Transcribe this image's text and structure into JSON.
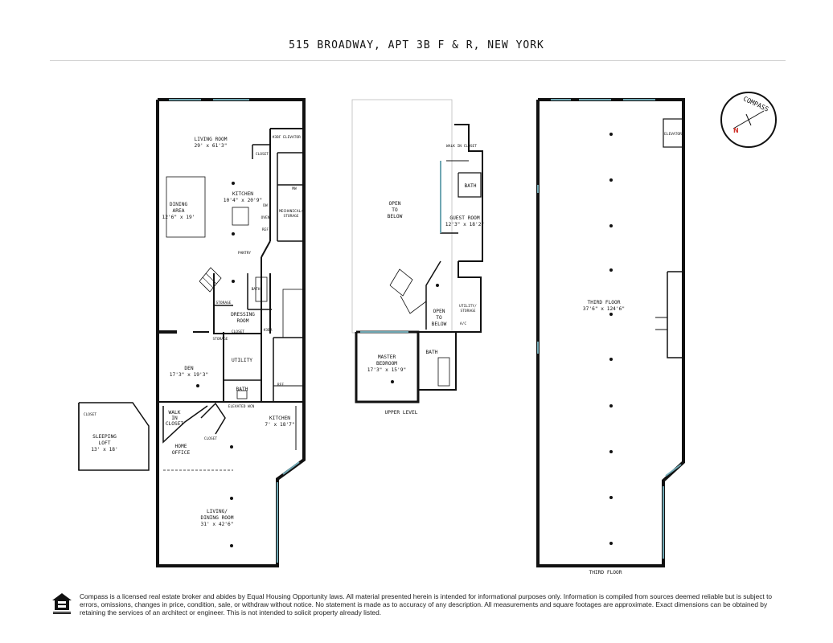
{
  "header": {
    "title": "515 BROADWAY, APT 3B F & R, NEW YORK"
  },
  "rooms": {
    "living_room": {
      "name": "LIVING ROOM",
      "dims": "29' x 61'3\""
    },
    "kitchen_main": {
      "name": "KITCHEN",
      "dims": "10'4\" x 20'9\""
    },
    "dining_area": {
      "name_line1": "DINING",
      "name_line2": "AREA",
      "dims": "12'6\" x 19'"
    },
    "dressing_room": {
      "name_line1": "DRESSING",
      "name_line2": "ROOM"
    },
    "den": {
      "name": "DEN",
      "dims": "17'3\" x 19'3\""
    },
    "utility": {
      "name": "UTILITY"
    },
    "bath": {
      "name": "BATH"
    },
    "walk_in_closet": {
      "line1": "WALK",
      "line2": "IN",
      "line3": "CLOSET"
    },
    "home_office": {
      "line1": "HOME",
      "line2": "OFFICE"
    },
    "kitchen_lower": {
      "name": "KITCHEN",
      "dims": "7' x 18'7\""
    },
    "living_dining": {
      "name_line1": "LIVING/",
      "name_line2": "DINING ROOM",
      "dims": "31' x 42'6\""
    },
    "sleeping_loft": {
      "name_line1": "SLEEPING",
      "name_line2": "LOFT",
      "dims": "13' x 18'"
    },
    "open_to_below": {
      "line1": "OPEN",
      "line2": "TO",
      "line3": "BELOW"
    },
    "guest_room": {
      "name": "GUEST ROOM",
      "dims": "12'3\" x 18'2\""
    },
    "master_bedroom": {
      "name_line1": "MASTER",
      "name_line2": "BEDROOM",
      "dims": "17'3\" x 15'9\""
    },
    "utility_storage": {
      "line1": "UTILITY/",
      "line2": "STORAGE"
    },
    "third_floor": {
      "name": "THIRD FLOOR",
      "dims": "37'6\" x 124'6\""
    }
  },
  "small_labels": {
    "elevator": "ELEVATOR",
    "closet": "CLOSET",
    "storage": "STORAGE",
    "bath": "BATH",
    "pantry": "PANTRY",
    "mech_line1": "MECHANICAL/",
    "mech_line2": "STORAGE",
    "unit_3bf": "#3BF",
    "unit_3br": "#3BR",
    "elevated_wcn": "ELEVATED WCN",
    "dw": "DW",
    "oven": "OVEN",
    "ref": "REF",
    "mw": "MW",
    "d": "D",
    "w": "W",
    "ac": "A/C",
    "walk_in_closet_short": "WALK IN CLOSET"
  },
  "captions": {
    "upper_level": "UPPER LEVEL",
    "third_floor": "THIRD FLOOR"
  },
  "compass": {
    "label": "COMPASS",
    "north": "N"
  },
  "footer": {
    "text": "Compass is a licensed real estate broker and abides by Equal Housing Opportunity laws. All material presented herein is intended for informational purposes only. Information is compiled from sources deemed reliable but is subject to errors, omissions, changes in price, condition, sale, or withdraw without notice. No statement is made as to accuracy of any description. All measurements and square footages are approximate. Exact dimensions can be obtained by retaining the services of an architect or engineer. This is not intended to solicit property already listed."
  },
  "colors": {
    "wall": "#111111",
    "window": "#6fa7b3",
    "compass_n": "#d0342c"
  }
}
